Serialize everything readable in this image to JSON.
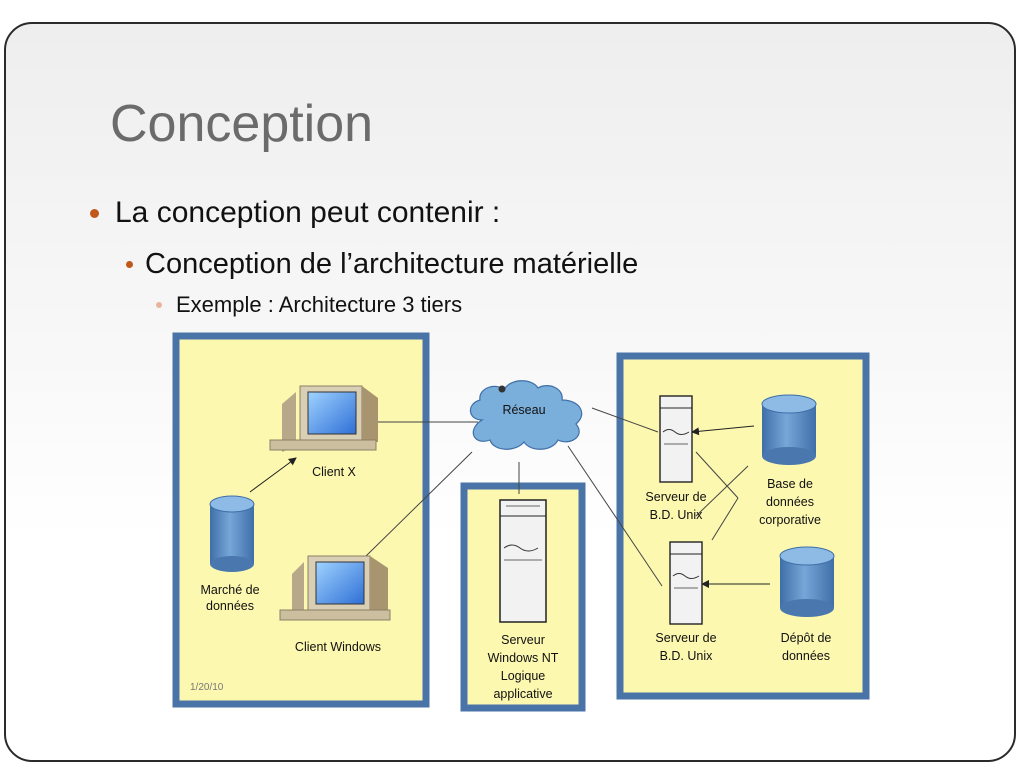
{
  "slide": {
    "title": "Conception",
    "bullet_1": "La conception peut contenir :",
    "bullet_2": "Conception de l’architecture matérielle",
    "bullet_3": "Exemple : Architecture 3 tiers"
  },
  "diagram": {
    "network": "Réseau",
    "client_x": "Client X",
    "client_windows": "Client Windows",
    "marche_line1": "Marché de",
    "marche_line2": "données",
    "nt_line1": "Serveur",
    "nt_line2": "Windows NT",
    "nt_line3": "Logique",
    "nt_line4": "applicative",
    "unix_top_line1": "Serveur de",
    "unix_top_line2": "B.D. Unix",
    "unix_bottom_line1": "Serveur de",
    "unix_bottom_line2": "B.D. Unix",
    "corp_line1": "Base de",
    "corp_line2": "données",
    "corp_line3": "corporative",
    "depot_line1": "Dépôt de",
    "depot_line2": "données",
    "date": "1/20/10"
  },
  "colors": {
    "box_fill": "#fdf8b0",
    "box_border": "#4a74a8",
    "cylinder": "#5e90c6",
    "cloud": "#7aaedb",
    "bullet_accent": "#c2571b"
  }
}
